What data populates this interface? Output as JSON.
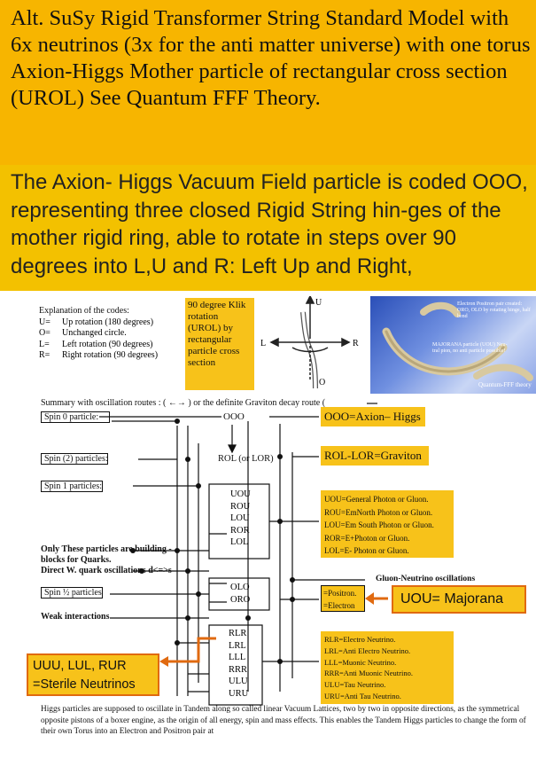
{
  "title": "Alt. SuSy Rigid Transformer String Standard Model with 6x neutrinos (3x for the anti matter universe) with one torus Axion-Higgs Mother particle of rectangular cross section (UROL) See Quantum FFF Theory.",
  "subtitle": "The Axion- Higgs Vacuum Field particle is coded OOO, representing three closed Rigid String hin-ges of the mother rigid ring, able to rotate in steps over 90 degrees into L,U and R: Left Up and Right,",
  "explanation": {
    "heading": "Explanation of the codes:",
    "rows": [
      {
        "code": "U=",
        "text": "Up rotation (180 degrees)"
      },
      {
        "code": "O=",
        "text": "Unchanged circle."
      },
      {
        "code": "L=",
        "text": "Left rotation (90 degrees)"
      },
      {
        "code": "R=",
        "text": "Right rotation (90 degrees)"
      }
    ]
  },
  "rotation_box": "90 degree Klik rotation (UROL) by rectangular particle cross section",
  "hinge_labels": {
    "u": "U",
    "l": "L",
    "r": "R",
    "o": "O"
  },
  "photo_text": {
    "t1": "Electron Positron pair created:",
    "t2": "ORO, OLO by rotating hinge, half",
    "t3": "bend",
    "t4": "MAJORANA particle (UOU) Neu-",
    "t5": "tral pion, no anti particle possible!",
    "t6": "Quantum-FFF theory"
  },
  "summary": "Summary with oscillation routes : ( ←→ ) or the definite Graviton decay route (",
  "particles": {
    "spin0": "Spin 0 particle:",
    "spin2": "Spin (2) particles:",
    "spin1": "Spin 1 particles:",
    "spin_half": "Spin ½ particles",
    "only_these": "Only These particles are building -",
    "blocks": "blocks for Quarks.",
    "direct_w": "Direct W. quark oscillations d<=>s",
    "weak": "Weak interactions"
  },
  "codes": {
    "ooo": "OOO",
    "rol": "ROL (or LOR)",
    "group1": [
      "UOU",
      "ROU",
      "LOU",
      "ROR",
      "LOL"
    ],
    "group2": [
      "OLO",
      "ORO"
    ],
    "group3": [
      "RLR",
      "LRL",
      "LLL",
      "RRR",
      "ULU",
      "URU"
    ]
  },
  "callouts": {
    "axion": "OOO=Axion– Higgs",
    "graviton": "ROL-LOR=Graviton",
    "photons": [
      "UOU=General Photon or Gluon.",
      "ROU=EmNorth Photon or Gluon.",
      "LOU=Em South Photon or Gluon.",
      "ROR=E+Photon or Gluon.",
      "LOL=E- Photon or Gluon."
    ],
    "gluon_neutrino": "Gluon-Neutrino oscillations",
    "positron": "=Positron.",
    "electron": "=Electron",
    "majorana": "UOU= Majorana",
    "neutrinos": [
      "RLR=Electro Neutrino.",
      "LRL=Anti Electro Neutrino.",
      "LLL=Muonic Neutrino.",
      "RRR=Anti Muonic Neutrino.",
      "ULU=Tau Neutrino.",
      "URU=Anti Tau Neutrino."
    ],
    "sterile1": "UUU, LUL, RUR",
    "sterile2": "=Sterile Neutrinos"
  },
  "footnote": "Higgs particles are supposed to oscillate in Tandem along so called linear Vacuum Lattices, two by two in opposite directions, as the symmetrical opposite pistons of a boxer engine, as the origin of all energy, spin and mass effects. This enables the Tandem Higgs particles to change the form of their own Torus into an Electron and Positron pair at",
  "colors": {
    "banner": "#f7b500",
    "banner2": "#f3c100",
    "callout": "#f7c21a",
    "arrow": "#e06a10",
    "photo": "#3b5fc6"
  }
}
